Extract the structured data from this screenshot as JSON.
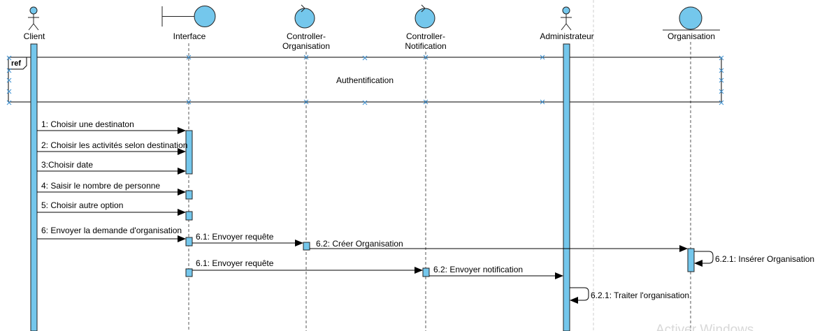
{
  "diagram": {
    "participants": {
      "client": "Client",
      "interface": "Interface",
      "ctrl_org_line1": "Controller-",
      "ctrl_org_line2": "Organisation",
      "ctrl_notif_line1": "Controller-",
      "ctrl_notif_line2": "Notification",
      "admin": "Administrateur",
      "organisation": "Organisation"
    },
    "fragment": {
      "tag": "ref",
      "label": "Authentification"
    },
    "messages": {
      "m1": "1: Choisir une destinaton",
      "m2": "2: Choisir les activités selon destination",
      "m3": "3:Choisir date",
      "m4": "4: Saisir le nombre de personne",
      "m5": "5: Choisir autre option",
      "m6": "6: Envoyer la demande d'organisation",
      "m61a": "6.1: Envoyer requête",
      "m62a": "6.2: Créer Organisation",
      "m621a": "6.2.1: Insérer Organisation",
      "m61b": "6.1: Envoyer requête",
      "m62b": "6.2: Envoyer notification",
      "m621b": "6.2.1: Traiter l'organisation"
    },
    "colors": {
      "fill": "#74c7ec",
      "stroke": "#1a1a1a",
      "lifeline": "#555555",
      "watermark": "#d8d8d8"
    }
  },
  "watermark": "Activer Windows"
}
